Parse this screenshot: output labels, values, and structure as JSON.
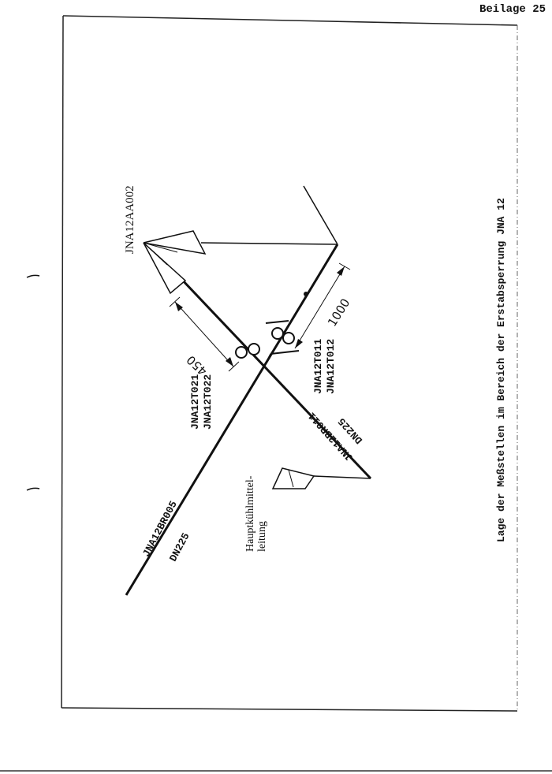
{
  "header": {
    "page_label": "Beilage 25"
  },
  "caption": "Lage der Meßstellen im Bereich der Erstabsperrung JNA 12",
  "labels": {
    "valve_tag": "JNA12AA002",
    "pipe_main_tag": "JNA12BR005",
    "pipe_main_dn": "DN225",
    "pipe_branch_tag": "JNA12BR011",
    "pipe_branch_dn": "DN225",
    "sensors_upper": [
      "JNA12T021",
      "JNA12T022"
    ],
    "sensors_lower": [
      "JNA12T011",
      "JNA12T012"
    ],
    "coolant_line": [
      "Hauptkühlmittel-",
      "leitung"
    ]
  },
  "dimensions": {
    "d1": "450",
    "d2": "1000"
  }
}
